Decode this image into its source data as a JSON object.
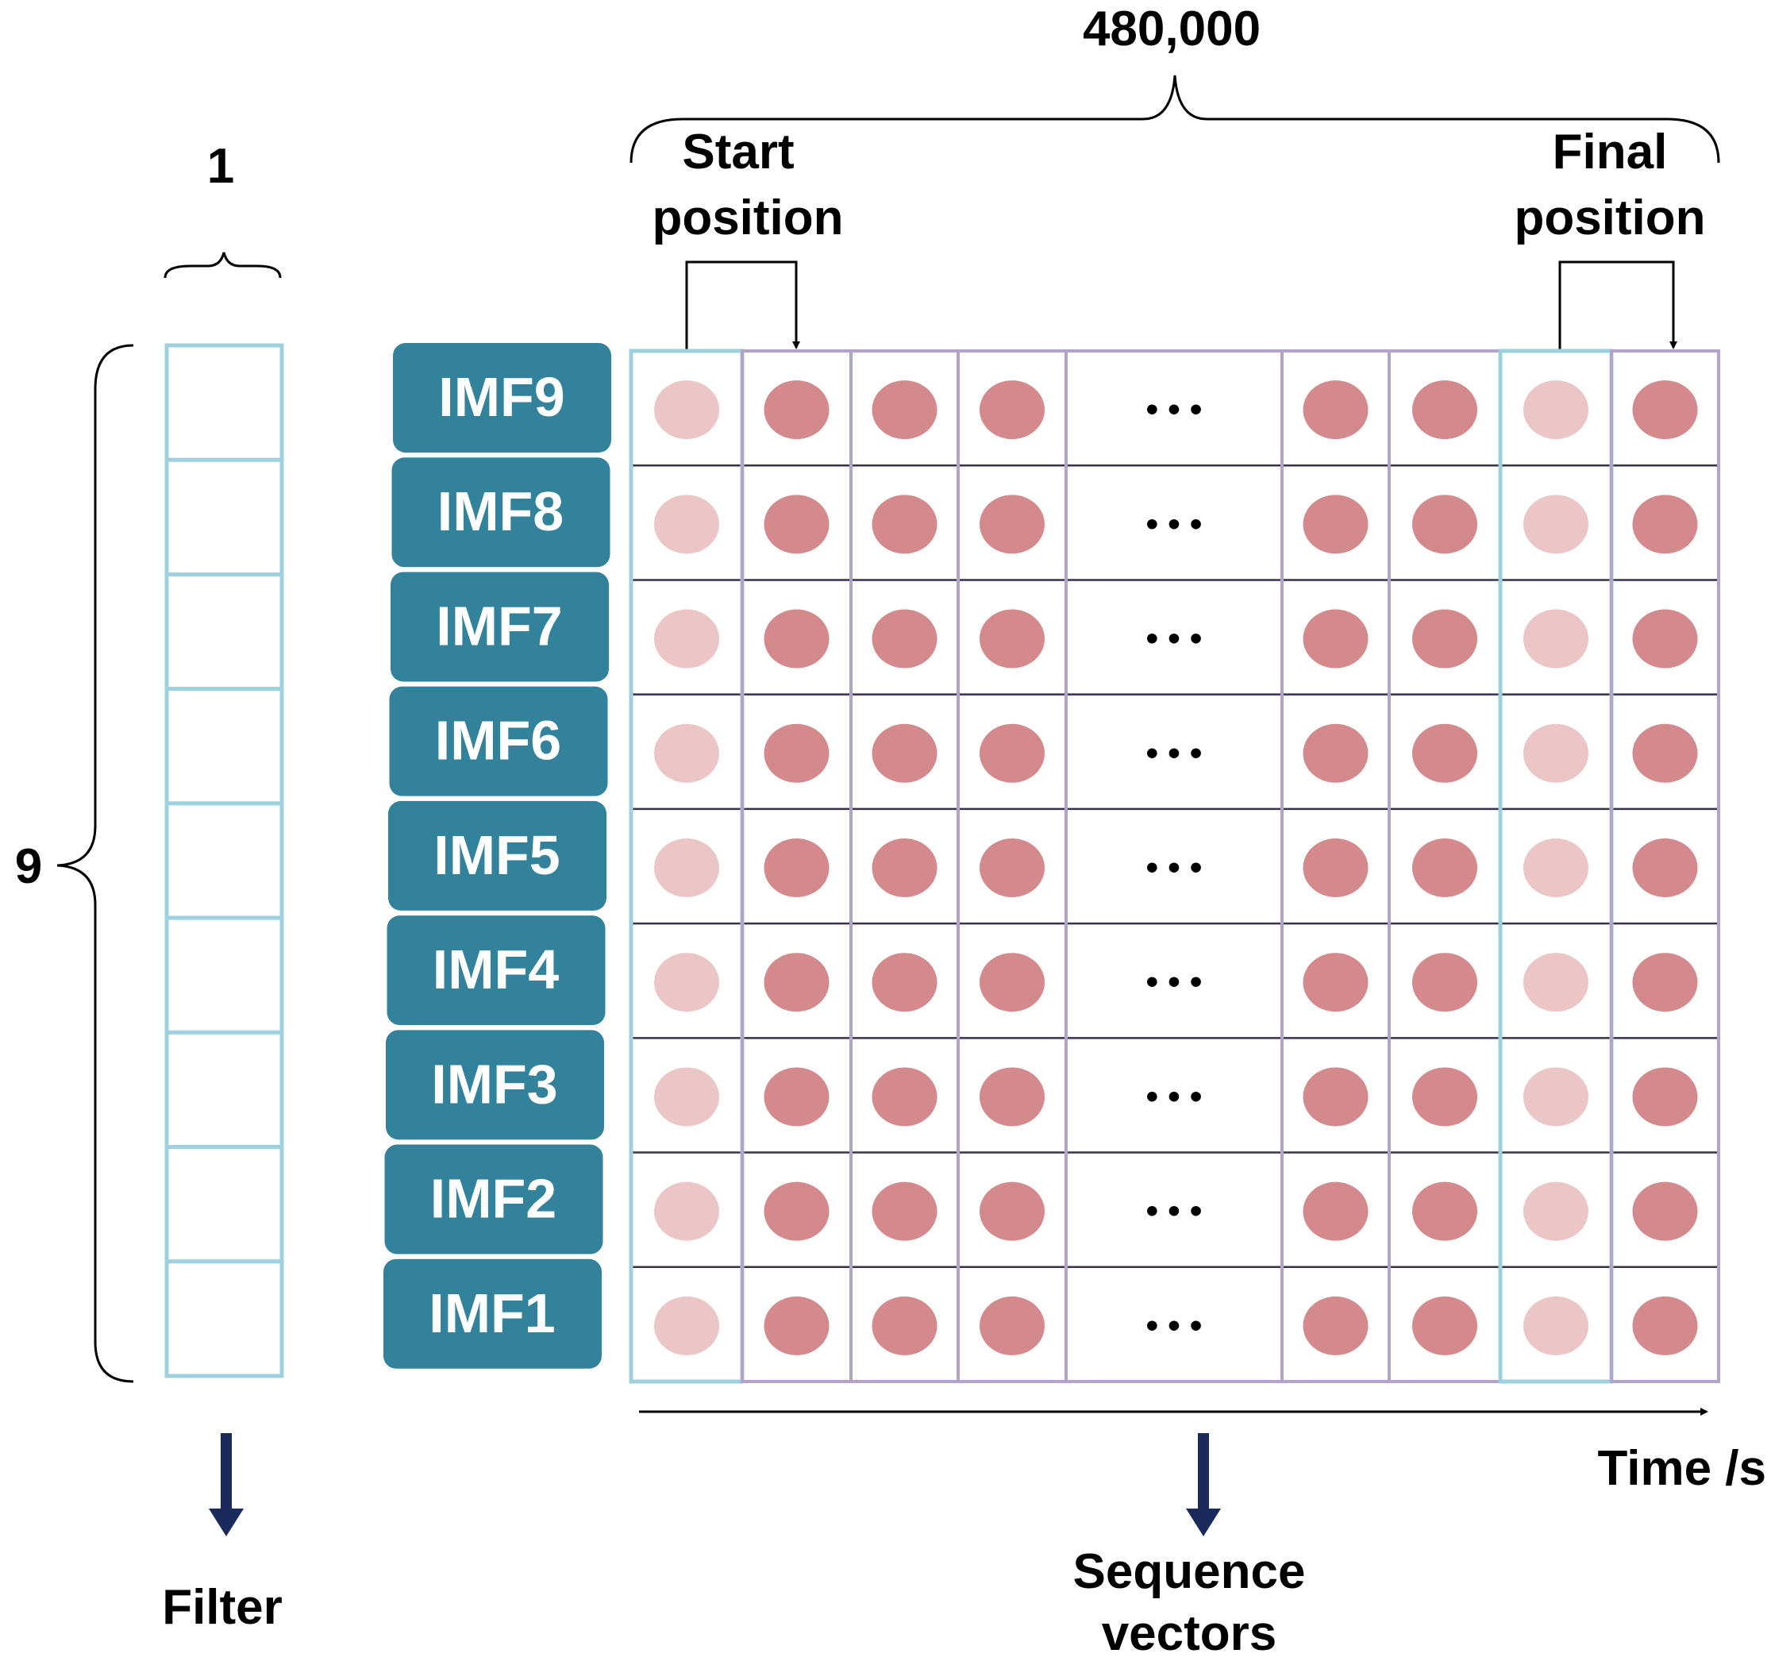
{
  "labels": {
    "filter_width": "1",
    "filter_height": "9",
    "filter": "Filter",
    "total_length": "480,000",
    "start_line1": "Start",
    "start_line2": "position",
    "final_line1": "Final",
    "final_line2": "position",
    "time_axis": "Time /s",
    "sequence_line1": "Sequence",
    "sequence_line2": "vectors",
    "ellipsis": "• • •"
  },
  "imf_rows": [
    "IMF9",
    "IMF8",
    "IMF7",
    "IMF6",
    "IMF5",
    "IMF4",
    "IMF3",
    "IMF2",
    "IMF1"
  ],
  "colors": {
    "imf_box": "#33829b",
    "filter_border": "#9ed1dd",
    "column_border": "#b3a3c8",
    "row_line": "#3b3146",
    "dot_dark": "#d48a8c",
    "dot_light": "#ecc6c7",
    "down_arrow": "#1b2a5c"
  }
}
